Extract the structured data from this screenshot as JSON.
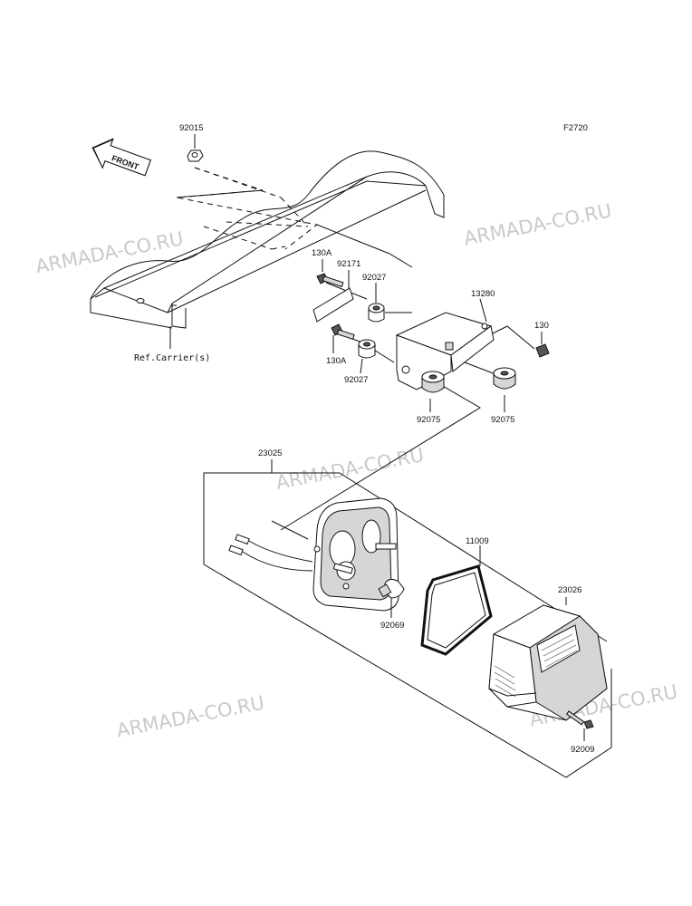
{
  "figure_code": "F2720",
  "front_label": "FRONT",
  "ref_label": "Ref.Carrier(s)",
  "watermarks": [
    "ARMADA-CO.RU",
    "ARMADA-CO.RU",
    "ARMADA-CO.RU",
    "ARMADA-CO.RU",
    "ARMADA-CO.RU"
  ],
  "parts": {
    "nut_top": "92015",
    "bolt_upper": "130A",
    "plate": "92171",
    "collar_upper": "92027",
    "bracket": "13280",
    "bolt_right": "130",
    "bolt_lower": "130A",
    "collar_lower": "92027",
    "grommet_left": "92075",
    "grommet_right": "92075",
    "lamp_assy": "23025",
    "gasket": "11009",
    "bulb": "92069",
    "lens": "23026",
    "screw": "92009"
  }
}
